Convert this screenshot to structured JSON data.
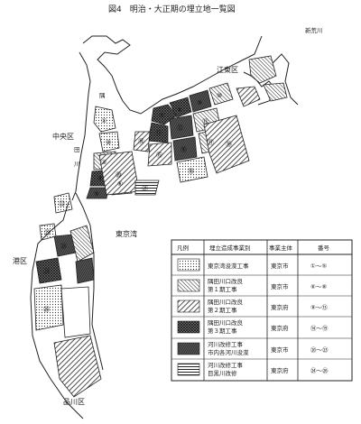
{
  "title": "図4　明治・大正期の埋立地一覧図",
  "place_labels": {
    "koto": "江東区",
    "chuo": "中央区",
    "minato": "港区",
    "shinagawa": "品川区",
    "tokyowan": "東京湾",
    "arakawa": "新荒川",
    "sumida_1": "隅",
    "sumida_2": "田",
    "sumida_3": "川"
  },
  "legend": {
    "headers": [
      "凡例",
      "埋立造成事業別",
      "事業主体",
      "番号"
    ],
    "rows": [
      {
        "line1": "東京湾浚渫工事",
        "line2": "",
        "owner": "東京市",
        "range": "①～⑤"
      },
      {
        "line1": "隅田川口改良",
        "line2": "第１期工事",
        "owner": "東京市",
        "range": "⑥～⑧"
      },
      {
        "line1": "隅田川口改良",
        "line2": "第２期工事",
        "owner": "東京府",
        "range": "⑨～⑬"
      },
      {
        "line1": "隅田川口改良",
        "line2": "第３期工事",
        "owner": "東京府",
        "range": "⑭～⑲"
      },
      {
        "line1": "河川改修工事",
        "line2": "市内各河川浚渫",
        "owner": "東京市",
        "range": "⑳～㉓"
      },
      {
        "line1": "河川改修工事",
        "line2": "目黒川改修",
        "owner": "東京府",
        "range": "㉔～㉖"
      }
    ]
  },
  "parcels": [
    {
      "id": "p1",
      "label": "①"
    },
    {
      "id": "p2",
      "label": "②"
    },
    {
      "id": "p3",
      "label": "③"
    },
    {
      "id": "p4",
      "label": "④"
    },
    {
      "id": "p5",
      "label": "⑤"
    },
    {
      "id": "p6",
      "label": "⑥"
    },
    {
      "id": "p7",
      "label": "⑦"
    },
    {
      "id": "p8",
      "label": "⑧"
    },
    {
      "id": "p9",
      "label": "⑨"
    },
    {
      "id": "p10",
      "label": "⑩"
    },
    {
      "id": "p11",
      "label": "⑪"
    },
    {
      "id": "p12",
      "label": "⑫"
    },
    {
      "id": "p13",
      "label": "⑬"
    },
    {
      "id": "p14",
      "label": "⑭"
    },
    {
      "id": "p15",
      "label": "⑮"
    },
    {
      "id": "p16",
      "label": "⑯"
    },
    {
      "id": "p17",
      "label": "⑰"
    },
    {
      "id": "p18",
      "label": "⑱"
    },
    {
      "id": "p19",
      "label": "⑲"
    },
    {
      "id": "p20",
      "label": "⑳"
    },
    {
      "id": "p21",
      "label": "㉑"
    },
    {
      "id": "p22",
      "label": "㉒"
    },
    {
      "id": "p23",
      "label": "㉓"
    },
    {
      "id": "p24",
      "label": "㉔"
    },
    {
      "id": "p25",
      "label": "㉕"
    },
    {
      "id": "p26",
      "label": "㉖"
    }
  ]
}
